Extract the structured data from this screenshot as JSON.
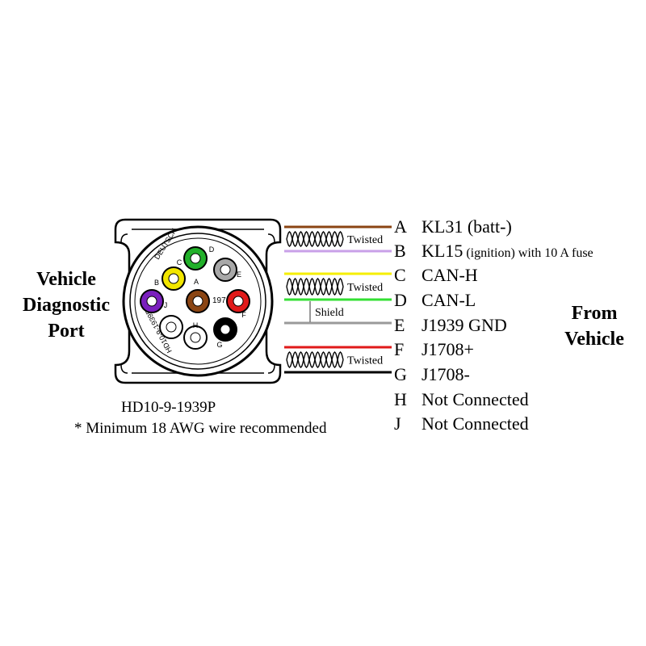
{
  "left_label": [
    "Vehicle",
    "Diagnostic",
    "Port"
  ],
  "right_label": [
    "From",
    "Vehicle"
  ],
  "connector": {
    "brand_text": "DEUTSCH",
    "model_text": "HD10-9-1939P",
    "year_text": "197",
    "pins": [
      {
        "letter": "A",
        "color": "#8b4513"
      },
      {
        "letter": "B",
        "color": "#7a1fbd"
      },
      {
        "letter": "C",
        "color": "#f2e600"
      },
      {
        "letter": "D",
        "color": "#22b02a"
      },
      {
        "letter": "E",
        "color": "#a8a8a8"
      },
      {
        "letter": "F",
        "color": "#e01a1a"
      },
      {
        "letter": "G",
        "color": "#000000"
      },
      {
        "letter": "H",
        "color": "#ffffff"
      },
      {
        "letter": "J",
        "color": "#ffffff"
      }
    ]
  },
  "wires": [
    {
      "pin": "A",
      "color": "#8b4513"
    },
    {
      "pin": "B",
      "color": "#c9a0e8"
    },
    {
      "pin": "C",
      "color": "#f5ef00"
    },
    {
      "pin": "D",
      "color": "#33e033"
    },
    {
      "pin": "E",
      "color": "#9a9a9a"
    },
    {
      "pin": "F",
      "color": "#e01a1a"
    },
    {
      "pin": "G",
      "color": "#000000"
    }
  ],
  "annotations": {
    "twisted": "Twisted",
    "shield": "Shield"
  },
  "pinout": [
    {
      "letter": "A",
      "label": "KL31 (batt-)",
      "extra": ""
    },
    {
      "letter": "B",
      "label": "KL15",
      "extra": " (ignition) with 10 A fuse"
    },
    {
      "letter": "C",
      "label": "CAN-H",
      "extra": ""
    },
    {
      "letter": "D",
      "label": "CAN-L",
      "extra": ""
    },
    {
      "letter": "E",
      "label": "J1939 GND",
      "extra": ""
    },
    {
      "letter": "F",
      "label": "J1708+",
      "extra": ""
    },
    {
      "letter": "G",
      "label": "J1708-",
      "extra": ""
    },
    {
      "letter": "H",
      "label": "Not Connected",
      "extra": ""
    },
    {
      "letter": "J",
      "label": "Not Connected",
      "extra": ""
    }
  ],
  "captions": {
    "model": "HD10-9-1939P",
    "note": "* Minimum 18 AWG wire recommended"
  }
}
